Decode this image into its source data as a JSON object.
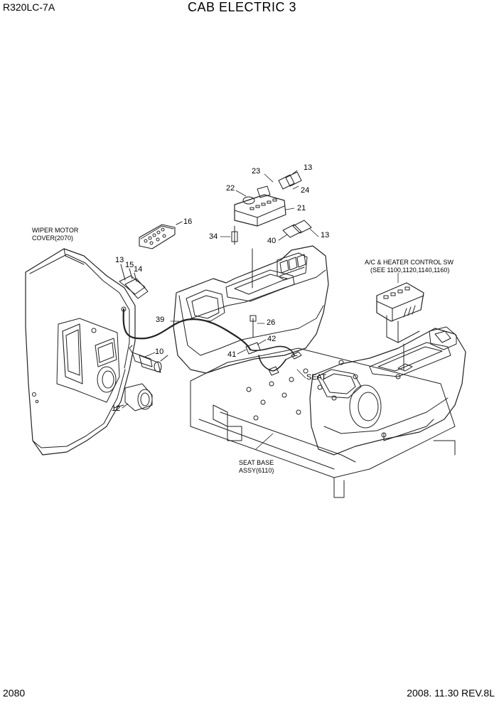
{
  "header": {
    "model": "R320LC-7A",
    "title": "CAB ELECTRIC 3"
  },
  "footer": {
    "page": "2080",
    "revision": "2008. 11.30  REV.8L"
  },
  "labels": {
    "wiper_motor_cover_1": "WIPER MOTOR",
    "wiper_motor_cover_2": "COVER(2070)",
    "ac_heater_1": "A/C & HEATER CONTROL SW",
    "ac_heater_2": "(SEE 1100,1120,1140,1160)",
    "seat": "SEAT",
    "seat_base_1": "SEAT BASE",
    "seat_base_2": "ASSY(6110)"
  },
  "callouts": {
    "c23": "23",
    "c13a": "13",
    "c22": "22",
    "c24": "24",
    "c21": "21",
    "c16": "16",
    "c34": "34",
    "c40": "40",
    "c13b": "13",
    "c13c": "13",
    "c15": "15",
    "c14": "14",
    "c39": "39",
    "c26": "26",
    "c42": "42",
    "c41": "41",
    "c10": "10",
    "c12": "12"
  }
}
